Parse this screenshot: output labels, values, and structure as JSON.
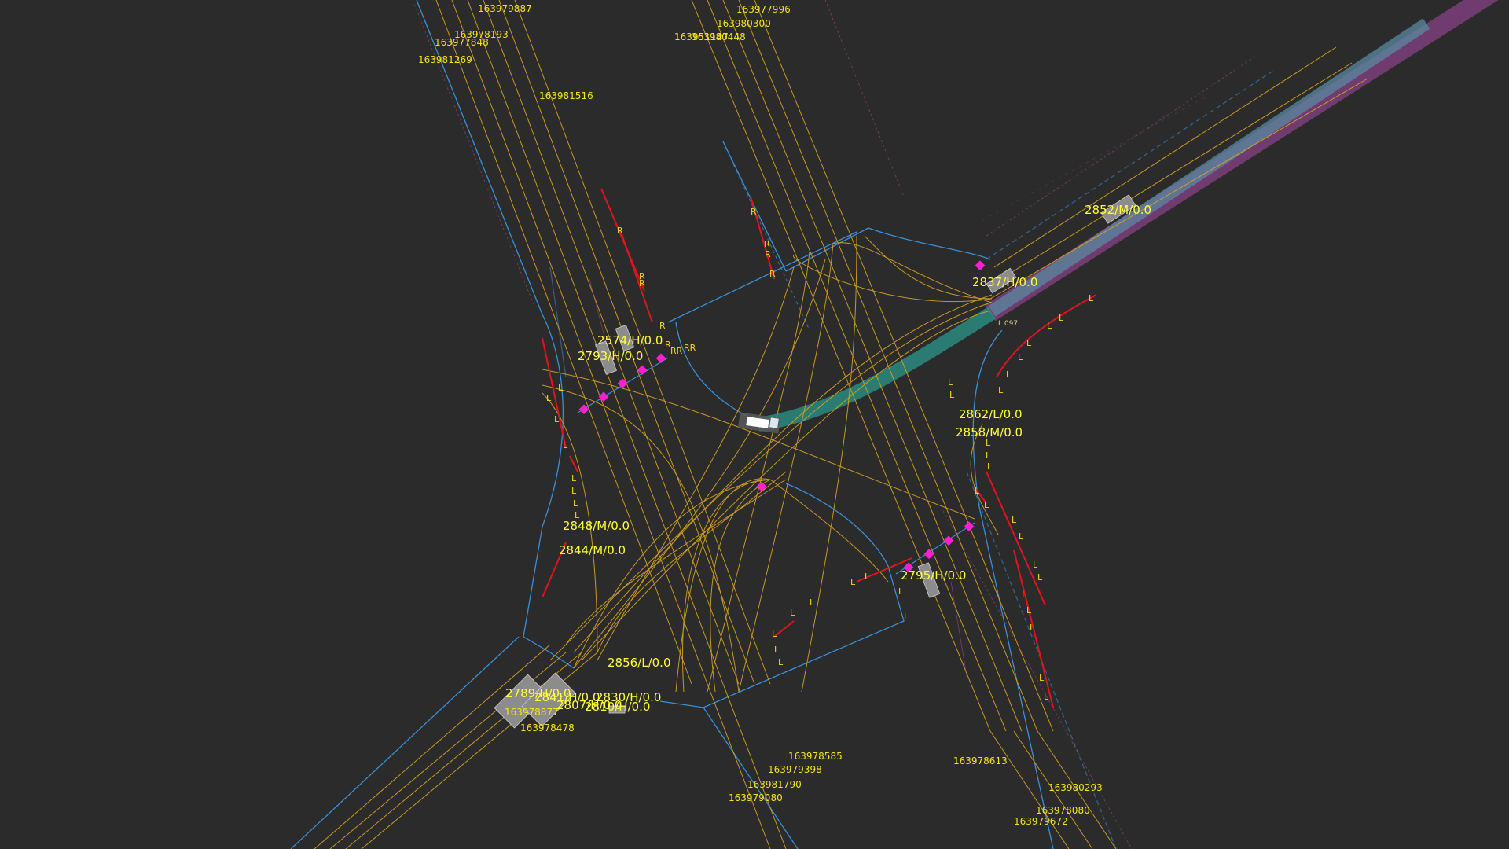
{
  "scene": {
    "colors": {
      "background": "#2b2b2b",
      "lane_centerline": "#d9a520",
      "road_boundary": "#3a8fd8",
      "curb_red": "#e0141e",
      "crosswalk_marker": "#ff1fd0",
      "planned_path": "#2aa79a",
      "route_corridor": "#8a4a8a",
      "label_yellow": "#ffff33",
      "obstacle_fill": "#8c8c8c"
    },
    "lane_ids": [
      "163979887",
      "163978193",
      "163977848",
      "163981269",
      "163981516",
      "163977996",
      "163980300",
      "163980448",
      "163951147",
      "163978585",
      "163979398",
      "163981790",
      "163979080",
      "163978613",
      "163980293",
      "163978080",
      "163979672",
      "163978877",
      "163978478"
    ],
    "objects": [
      "2852/M/0.0",
      "2837/H/0.0",
      "2574/H/0.0",
      "2793/H/0.0",
      "2862/L/0.0",
      "2858/M/0.0",
      "2848/M/0.0",
      "2844/M/0.0",
      "2795/H/0.0",
      "2856/L/0.0",
      "2789/H/0.0",
      "2841/H/0.0",
      "2807/H/0.0",
      "2810/H/0.0",
      "2830/H/0.0"
    ],
    "sign_letters": {
      "left": "L",
      "right": "R",
      "double_right": "RR"
    },
    "small_annotation": "L 097"
  }
}
